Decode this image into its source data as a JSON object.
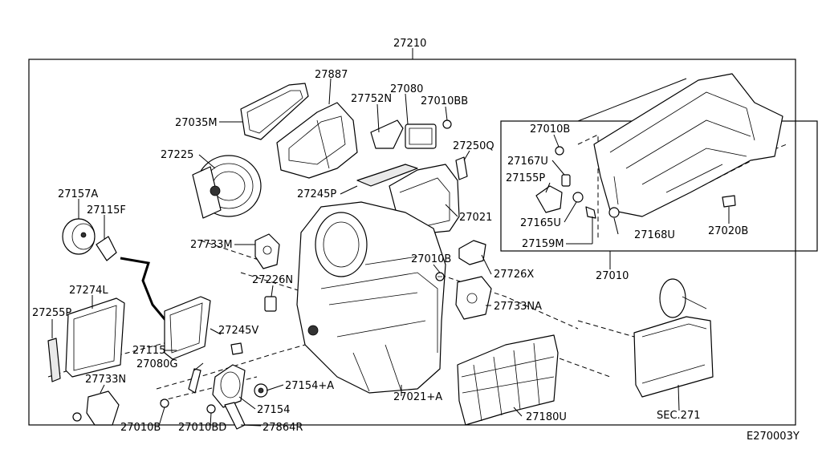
{
  "diagram_id": "E270003Y",
  "callouts": {
    "c27210": "27210",
    "c27887": "27887",
    "c27080": "27080",
    "c27752N": "27752N",
    "c27010BB": "27010BB",
    "c27035M": "27035M",
    "c27225": "27225",
    "c27250Q": "27250Q",
    "c27245P": "27245P",
    "c27021": "27021",
    "c27157A": "27157A",
    "c27115F": "27115F",
    "c27733M": "27733M",
    "c27010B_mid": "27010B",
    "c27726X": "27726X",
    "c27226N": "27226N",
    "c27274L": "27274L",
    "c27255P": "27255P",
    "c27733NA": "27733NA",
    "c27245V": "27245V",
    "c27115": "27115",
    "c27080G": "27080G",
    "c27154A": "27154+A",
    "c27733N": "27733N",
    "c27021A": "27021+A",
    "c27154": "27154",
    "c27180U": "27180U",
    "c27010B_low": "27010B",
    "c27010BD": "27010BD",
    "c27864R": "27864R",
    "cSEC271": "SEC.271",
    "c27010B_box": "27010B",
    "c27167U": "27167U",
    "c27155P": "27155P",
    "c27165U": "27165U",
    "c27159M": "27159M",
    "c27168U": "27168U",
    "c27020B": "27020B",
    "c27010": "27010"
  }
}
